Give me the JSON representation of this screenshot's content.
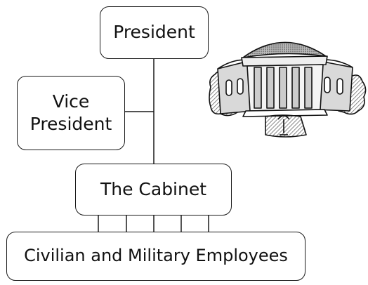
{
  "org_chart": {
    "top": {
      "label": "President"
    },
    "advisor": {
      "label_line1": "Vice",
      "label_line2": "President"
    },
    "middle": {
      "label": "The Cabinet"
    },
    "bottom": {
      "label": "Civilian and Military Employees"
    }
  },
  "illustration": {
    "icon": "government-building-icon"
  },
  "colors": {
    "stroke": "#1a1a1a",
    "background": "#ffffff"
  }
}
